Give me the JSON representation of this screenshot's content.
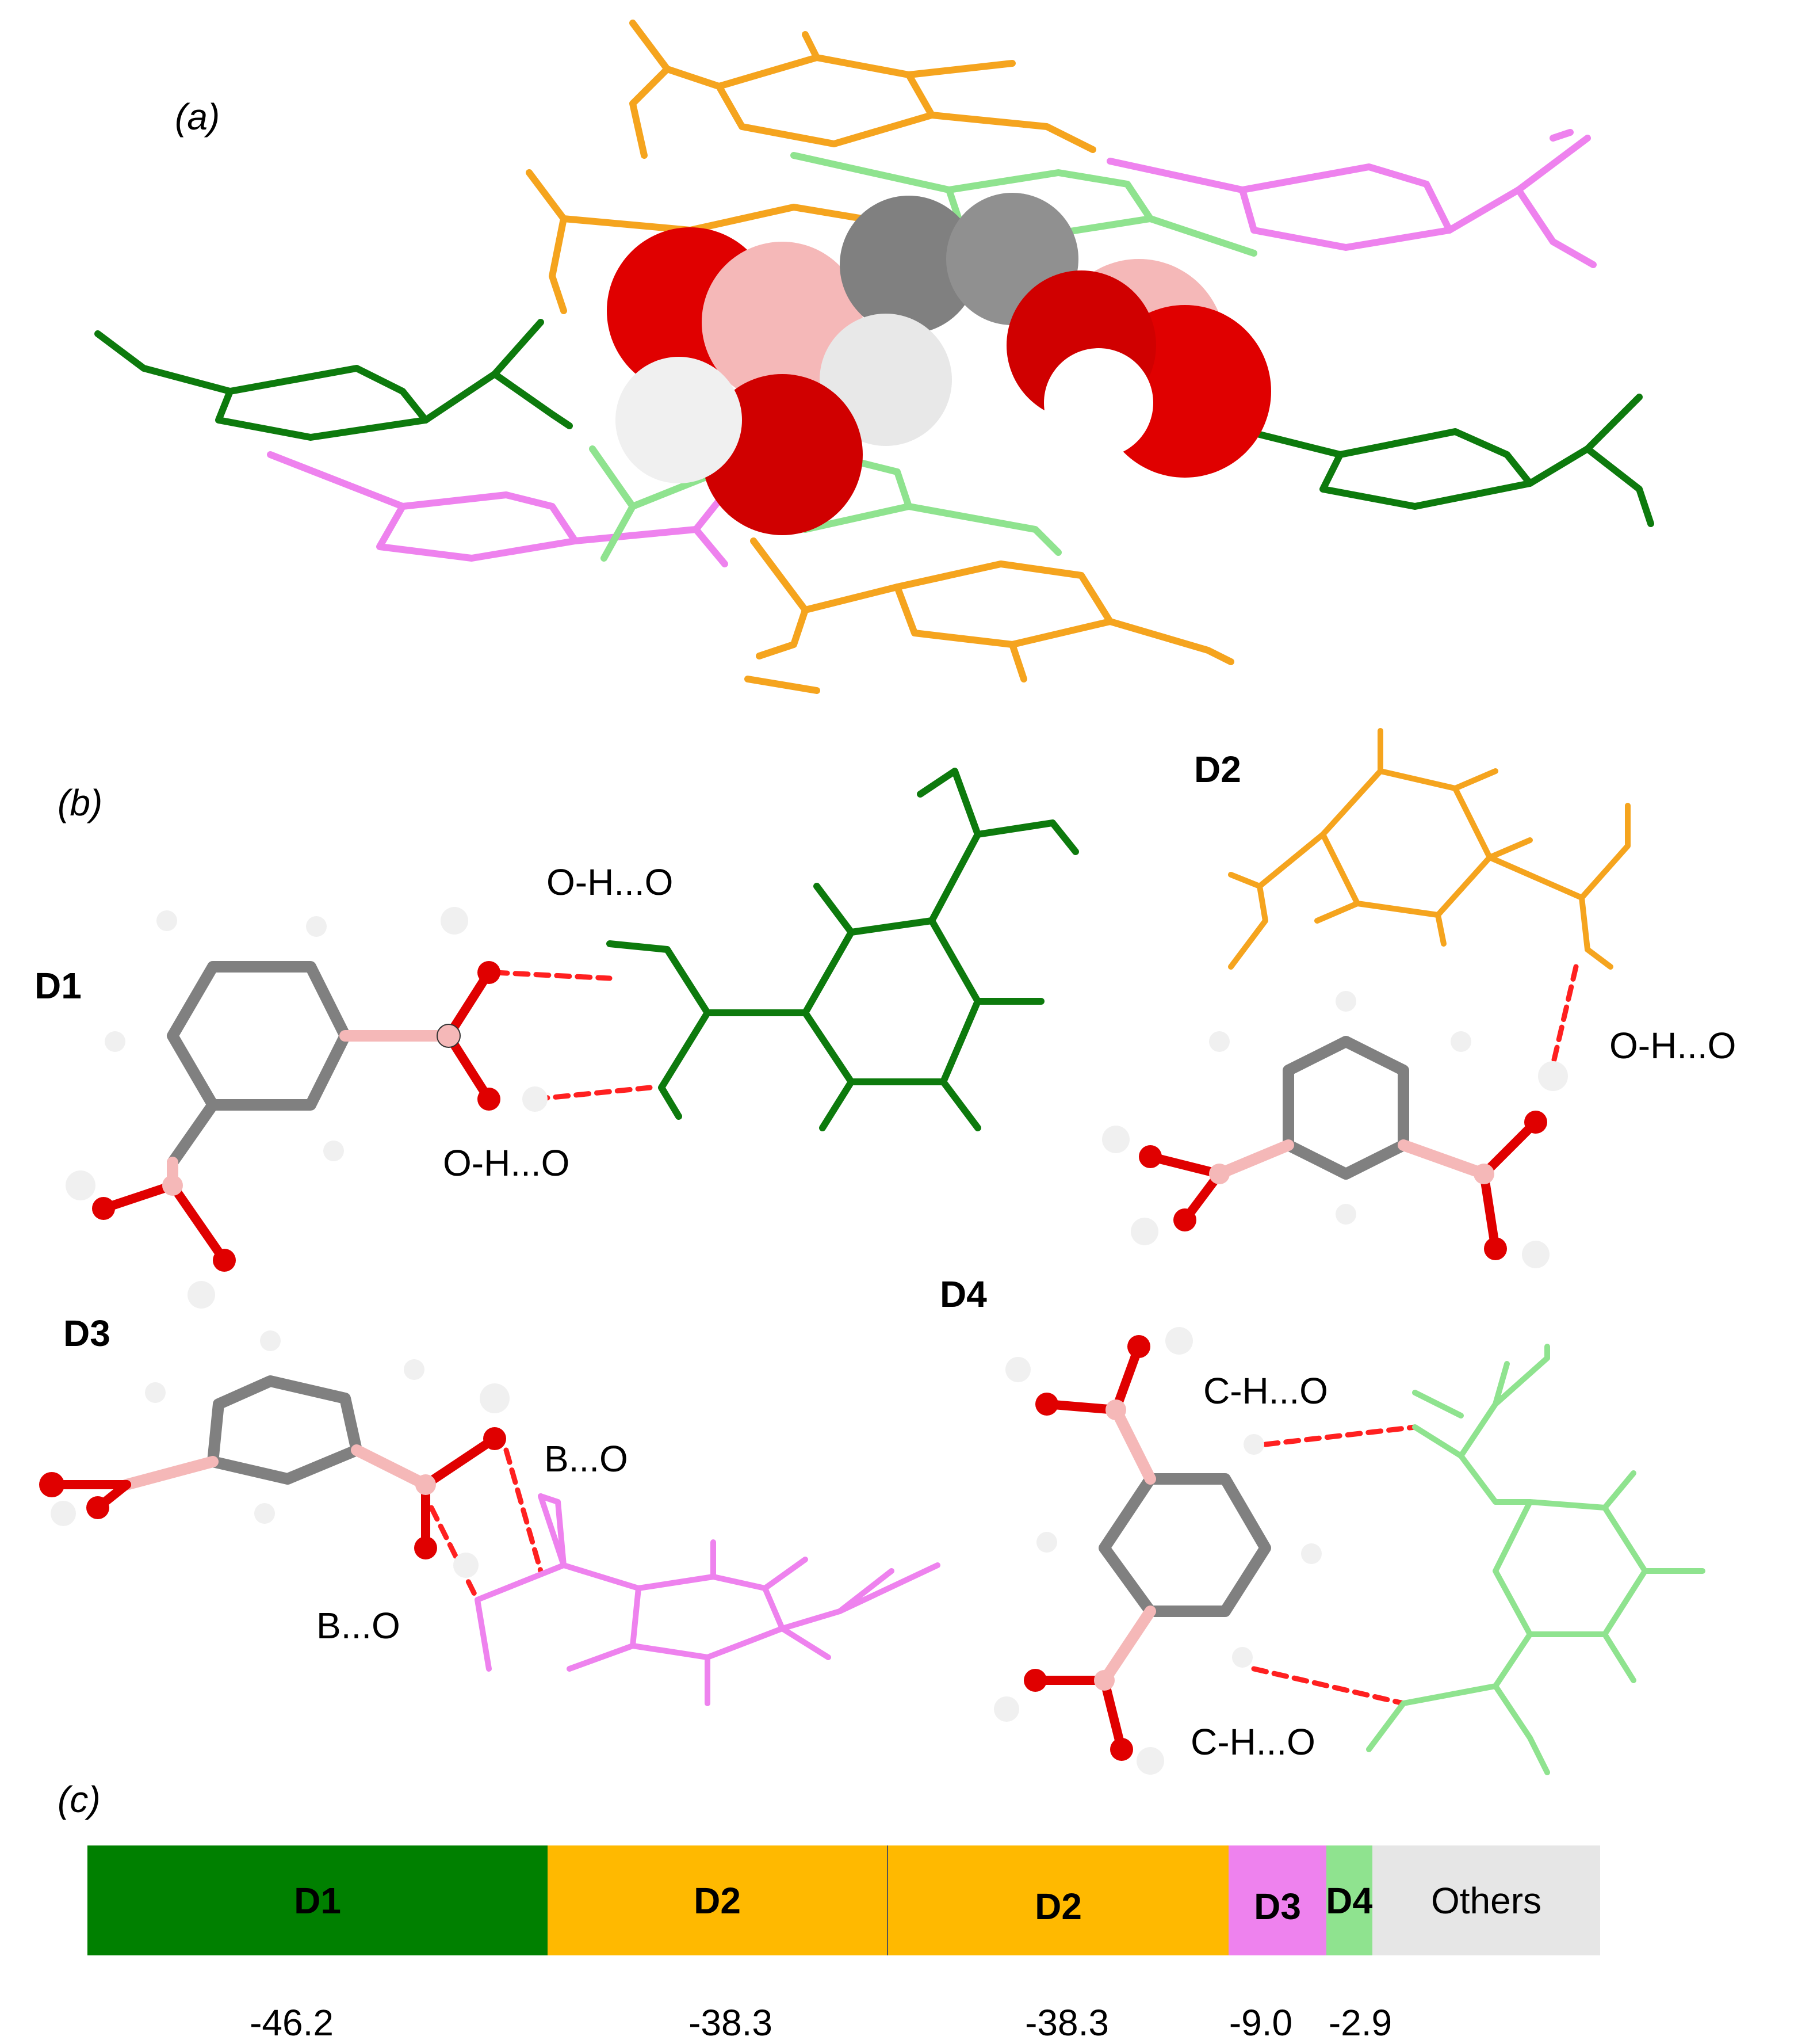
{
  "panels": {
    "a": "(a)",
    "b": "(b)",
    "c": "(c)"
  },
  "dimers": {
    "d1": "D1",
    "d2": "D2",
    "d3": "D3",
    "d4": "D4"
  },
  "interactions": {
    "d1_top": "O-H...O",
    "d1_bottom": "O-H...O",
    "d2": "O-H...O",
    "d3_top": "B...O",
    "d3_bottom": "B...O",
    "d4_top": "C-H...O",
    "d4_bottom": "C-H...O"
  },
  "colors": {
    "d1": "#008000",
    "d2": "#ffb900",
    "d2_molecule": "#f5a41e",
    "d3": "#ee82ee",
    "d4": "#8fe38f",
    "others": "#e6e6e6",
    "carbon": "#808080",
    "oxygen": "#e00000",
    "boron": "#f5b8b8",
    "hbond": "#ff2020"
  },
  "chart_data": {
    "type": "bar",
    "orientation": "horizontal-stacked",
    "segments": [
      {
        "label": "D1",
        "value": -46.2
      },
      {
        "label": "D2",
        "value": -38.3
      },
      {
        "label": "D2",
        "value": -38.3
      },
      {
        "label": "D3",
        "value": -9.0
      },
      {
        "label": "D4",
        "value": -2.9
      },
      {
        "label": "Others",
        "value": null
      }
    ],
    "value_labels": [
      "-46.2",
      "-38.3",
      "-38.3",
      "-9.0",
      "-2.9"
    ]
  }
}
